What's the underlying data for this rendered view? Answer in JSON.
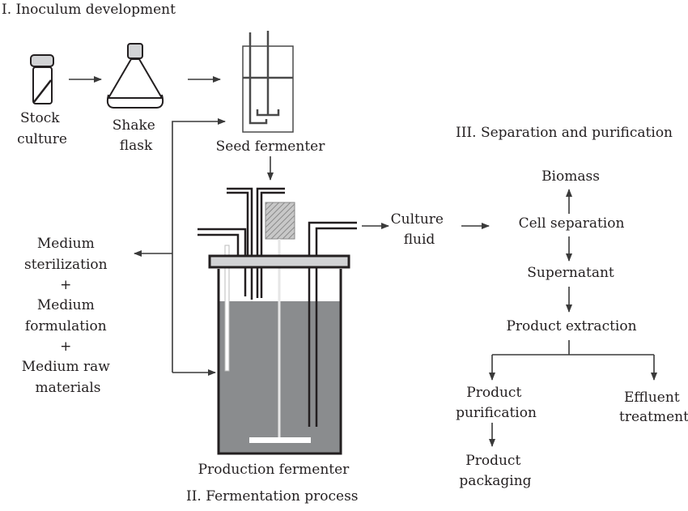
{
  "sections": {
    "inoculum": "I. Inoculum development",
    "fermentation": "II. Fermentation process",
    "separation": "III. Separation and purification"
  },
  "labels": {
    "stock_culture": [
      "Stock",
      "culture"
    ],
    "shake_flask": [
      "Shake",
      "flask"
    ],
    "seed_fermenter": "Seed fermenter",
    "production_fermenter": "Production fermenter",
    "culture_fluid": [
      "Culture",
      "fluid"
    ],
    "medium": [
      "Medium",
      "sterilization",
      "+",
      "Medium",
      "formulation",
      "+",
      "Medium raw",
      "materials"
    ],
    "biomass": "Biomass",
    "cell_separation": "Cell separation",
    "supernatant": "Supernatant",
    "product_extraction": "Product extraction",
    "product_purification": [
      "Product",
      "purification"
    ],
    "effluent_treatment": [
      "Effluent",
      "treatment"
    ],
    "product_packaging": [
      "Product",
      "packaging"
    ]
  },
  "colors": {
    "ink": "#231f20",
    "cap_gray": "#d2d3d5",
    "broth_gray": "#8a8c8e",
    "line_gray": "#4a4a4a"
  }
}
